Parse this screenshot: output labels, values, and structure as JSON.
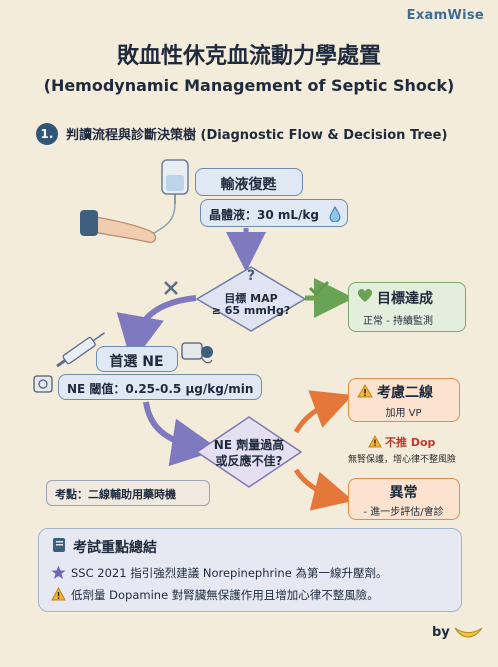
{
  "brand": "ExamWise",
  "title": "敗血性休克血流動力學處置",
  "subtitle": "(Hemodynamic Management of Septic Shock)",
  "section": {
    "number": "1.",
    "title": "判讀流程與診斷決策樹 (Diagnostic Flow & Decision Tree)"
  },
  "nodes": {
    "fluid": {
      "title": "輸液復甦",
      "detail": "晶體液：30 mL/kg"
    },
    "decision1": {
      "mark": "?",
      "line1": "目標 MAP",
      "line2": "≥ 65 mmHg?"
    },
    "target": {
      "title": "目標達成",
      "detail": "正常 - 持續監測"
    },
    "ne": {
      "title": "首選 NE",
      "threshold": "NE 閾值：0.25-0.5 µg/kg/min"
    },
    "decision2": {
      "line1": "NE 劑量過高",
      "line2": "或反應不佳?"
    },
    "second_line": {
      "title": "考慮二線",
      "detail": "加用 VP"
    },
    "dop_warning": {
      "title": "不推 Dop",
      "detail": "無腎保護，增心律不整風險"
    },
    "abnormal": {
      "title": "異常",
      "detail": "- 進一步評估/會診"
    },
    "exam_point": "考點：二線輔助用藥時機"
  },
  "summary": {
    "title": "考試重點總結",
    "items": [
      "SSC 2021 指引強烈建議 Norepinephrine 為第一線升壓劑。",
      "低劑量 Dopamine 對腎臟無保護作用且增加心律不整風險。"
    ]
  },
  "footer": "by",
  "colors": {
    "navy": "#2f5678",
    "blue_box": "#dfe8f3",
    "green": "#5f9a4a",
    "orange": "#e58b4a",
    "purple": "#8a86c6",
    "background": "#f4ecdb"
  }
}
